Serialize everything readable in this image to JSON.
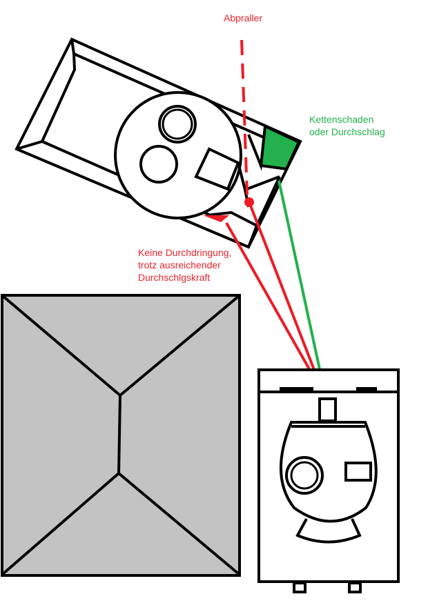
{
  "diagram": {
    "title": "Tank armor hit zones diagram",
    "colors": {
      "red": "#ed1c24",
      "green": "#22b14c",
      "black": "#000000",
      "building_fill": "#c3c3c3",
      "background": "#ffffff"
    },
    "labels": {
      "ricochet": "Abpraller",
      "track_damage_line1": "Kettenschaden",
      "track_damage_line2": "oder Durchschlag",
      "no_penetration_line1": "Keine Durchdringung,",
      "no_penetration_line2": "trotz ausreichender",
      "no_penetration_line3": "Durchschlgskraft"
    },
    "objects": [
      {
        "name": "target-tank",
        "description": "Enemy tank (top view), angled"
      },
      {
        "name": "building",
        "description": "Gray building roof (top view)"
      },
      {
        "name": "player-tank",
        "description": "Own tank (top view), firing upward"
      }
    ],
    "shots": [
      {
        "name": "ricochet-shot",
        "color": "red",
        "style": "dashed",
        "result": "Abpraller"
      },
      {
        "name": "track-shot",
        "color": "green",
        "style": "solid",
        "result": "Kettenschaden oder Durchschlag"
      },
      {
        "name": "hull-shot-1",
        "color": "red",
        "style": "solid",
        "result": "Keine Durchdringung"
      },
      {
        "name": "hull-shot-2",
        "color": "red",
        "style": "solid",
        "result": "Keine Durchdringung"
      }
    ]
  }
}
